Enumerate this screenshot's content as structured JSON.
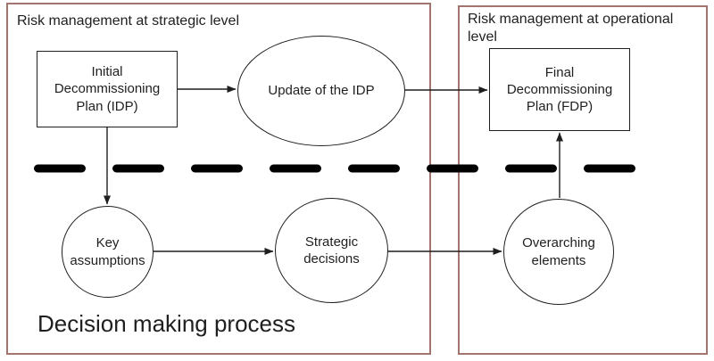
{
  "panels": {
    "strategic": {
      "title": "Risk management at strategic level"
    },
    "operational": {
      "title": "Risk management at operational\nlevel"
    }
  },
  "nodes": {
    "idp": {
      "label": "Initial\nDecommissioning\nPlan (IDP)",
      "shape": "rectangle"
    },
    "update_idp": {
      "label": "Update of the IDP",
      "shape": "ellipse"
    },
    "fdp": {
      "label": "Final\nDecommissioning\nPlan (FDP)",
      "shape": "rectangle"
    },
    "key_assumptions": {
      "label": "Key\nassumptions",
      "shape": "circle"
    },
    "strategic_decisions": {
      "label": "Strategic\ndecisions",
      "shape": "circle"
    },
    "overarching_elements": {
      "label": "Overarching\nelements",
      "shape": "circle"
    }
  },
  "edges": [
    {
      "from": "idp",
      "to": "update_idp"
    },
    {
      "from": "update_idp",
      "to": "fdp"
    },
    {
      "from": "idp",
      "to": "key_assumptions"
    },
    {
      "from": "key_assumptions",
      "to": "strategic_decisions"
    },
    {
      "from": "strategic_decisions",
      "to": "overarching_elements"
    },
    {
      "from": "overarching_elements",
      "to": "fdp"
    }
  ],
  "divider": {
    "style": "thick-dashed-horizontal"
  },
  "caption": "Decision making process",
  "colors": {
    "panel_border": "#a1756e",
    "shape_border": "#1f1f1f",
    "text": "#1f1f1f",
    "divider": "#000000",
    "background": "#ffffff"
  }
}
